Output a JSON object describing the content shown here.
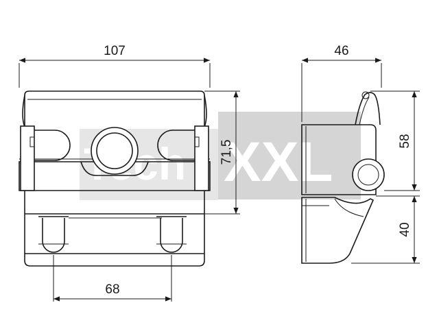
{
  "dimensions": {
    "front_width": "107",
    "front_height": "71,5",
    "hole_spacing": "68",
    "side_width": "46",
    "side_upper_height": "58",
    "side_lower_height": "40"
  },
  "watermark": {
    "text_left": "Tech",
    "text_right": "XXL",
    "color": "#d9d9d9"
  },
  "colors": {
    "line": "#1a1a1a",
    "background": "#ffffff"
  }
}
